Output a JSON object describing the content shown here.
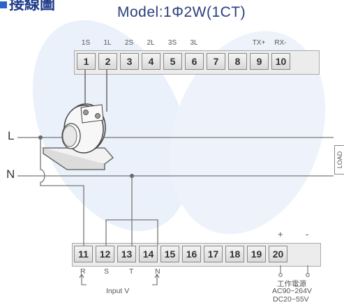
{
  "heading": "接線圖",
  "model": "Model:1Φ2W(1CT)",
  "top_block": {
    "terminals": [
      "1",
      "2",
      "3",
      "4",
      "5",
      "6",
      "7",
      "8",
      "9",
      "10"
    ],
    "labels": [
      "1S",
      "1L",
      "2S",
      "2L",
      "3S",
      "3L",
      "",
      "",
      "TX+",
      "RX-"
    ]
  },
  "bottom_block": {
    "terminals": [
      "11",
      "12",
      "13",
      "14",
      "15",
      "16",
      "17",
      "18",
      "19",
      "20"
    ],
    "plus": "+",
    "minus": "-"
  },
  "line_L": "L",
  "line_N": "N",
  "load": "LOAD",
  "below": {
    "r": "R",
    "s": "S",
    "t": "T",
    "n": "N",
    "input_v": "Input V"
  },
  "power": {
    "title": "工作電源",
    "ac": "AC90~264V",
    "dc": "DC20~55V"
  },
  "colors": {
    "accent": "#2b63c9",
    "watermark": "#e3ecf8"
  }
}
